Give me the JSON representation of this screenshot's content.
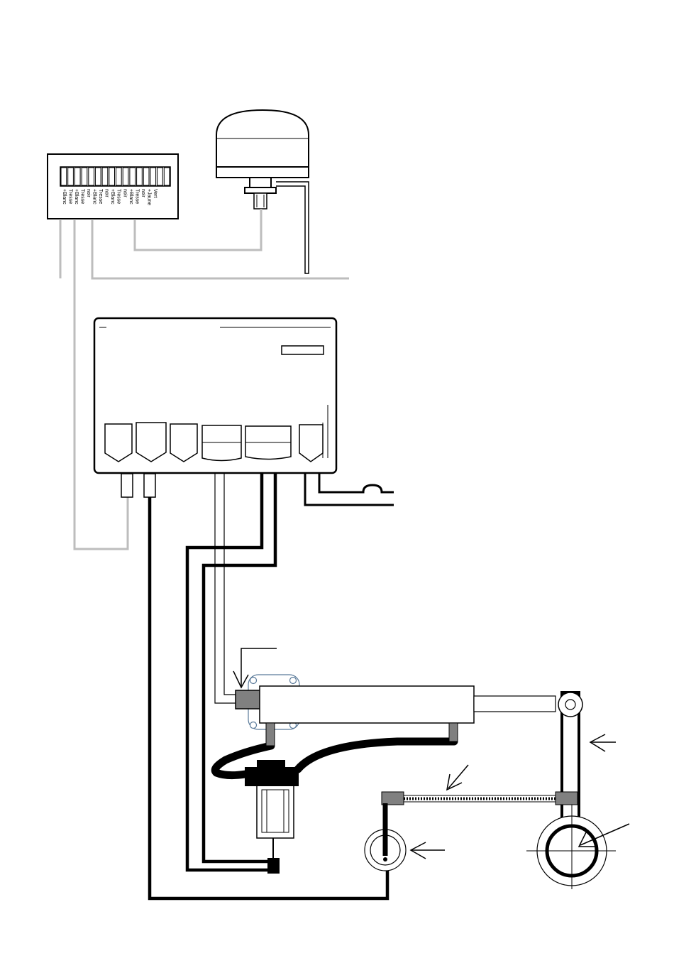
{
  "terminal_block": {
    "labels": [
      "+Blanc",
      "Tresse",
      "+Blanc",
      "Tresse",
      "noir",
      "+Blanc",
      "Tresse",
      "noir",
      "+Blanc",
      "Tresse",
      "noir",
      "+Blanc",
      "Tresse",
      "noir",
      "+Jaune",
      "Vert"
    ]
  },
  "colors": {
    "line": "#000000",
    "grey_wire": "#bdbdbd",
    "fitting": "#808080",
    "bracket_outline": "#5a7a9a"
  }
}
